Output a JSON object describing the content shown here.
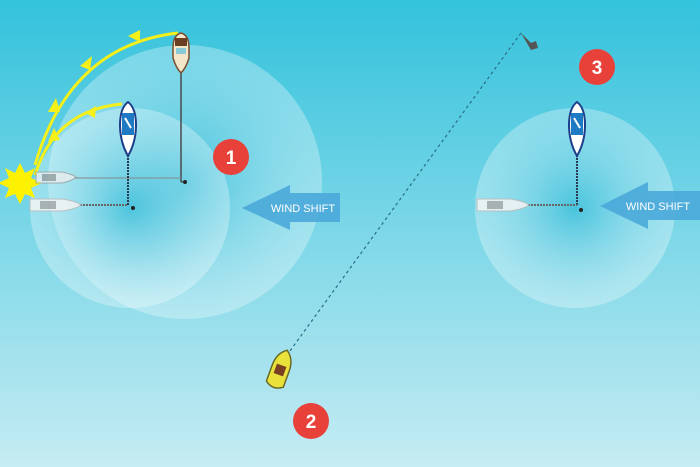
{
  "colors": {
    "sea_top": "#33c2dc",
    "sea_bottom": "#c6ecf3",
    "marker": "#e8413a",
    "swing_path": "#f5ef1a",
    "wind_arrow": "#4aa9d9"
  },
  "scenes": [
    {
      "number": "1",
      "wind_label": "WIND SHIFT"
    },
    {
      "number": "2"
    },
    {
      "number": "3",
      "wind_label": "WIND SHIFT"
    }
  ]
}
